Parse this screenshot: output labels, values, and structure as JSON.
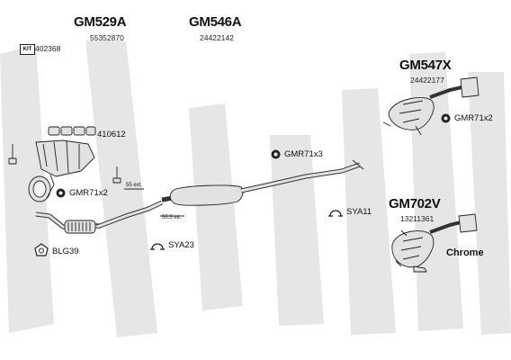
{
  "groups": {
    "gm529a": {
      "code": "GM529A",
      "number": "55352870"
    },
    "gm546a": {
      "code": "GM546A",
      "number": "24422142"
    },
    "gm547x": {
      "code": "GM547X",
      "number": "24422177"
    },
    "gm702v": {
      "code": "GM702V",
      "number": "13211361"
    }
  },
  "parts": {
    "kit_ref": "402368",
    "manifold_gasket": "410612",
    "mount_left": "GMR71x2",
    "mount_right": "GMR71x2",
    "mount_mid": "GMR71x3",
    "ring": "BLG39",
    "clamp_a": "SYA23",
    "clamp_b": "SYA11"
  },
  "labels": {
    "chrome": "Chrome",
    "dim_55_ext": "55 ext.",
    "dim_55_5_int": "55.5 int.",
    "kit_icon_text": "KIT"
  },
  "colors": {
    "watermark": "#e6e6e6",
    "part_fill": "#e2e2e2",
    "part_stroke": "#222222",
    "text": "#111111"
  },
  "icons": {
    "mount": "rubber-mount-icon",
    "clamp": "clamp-icon",
    "ring": "sealing-ring-icon",
    "kit": "kit-icon"
  }
}
